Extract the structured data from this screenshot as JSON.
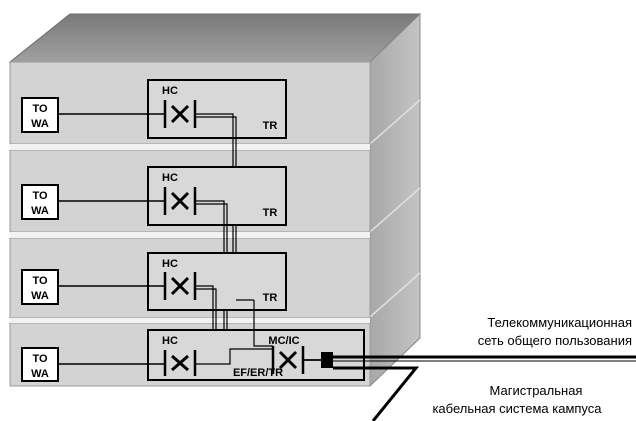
{
  "floors": [
    {
      "to_top": "TO",
      "to_bottom": "WA",
      "hc": "HC",
      "tr": "TR"
    },
    {
      "to_top": "TO",
      "to_bottom": "WA",
      "hc": "HC",
      "tr": "TR"
    },
    {
      "to_top": "TO",
      "to_bottom": "WA",
      "hc": "HC",
      "tr": "TR"
    },
    {
      "to_top": "TO",
      "to_bottom": "WA",
      "hc": "HC",
      "mc_ic": "MC/IC",
      "ef": "EF/ER/TR"
    }
  ],
  "public_network": {
    "line1": "Телекоммуникационная",
    "line2": "сеть общего пользования"
  },
  "campus_backbone": {
    "line1": "Магистральная",
    "line2": "кабельная система кампуса"
  },
  "colors": {
    "building_top": "#8c8c8c",
    "building_side": "#b4b4b4",
    "floor_face": "#d3d3d3",
    "box_fill": "#d8d8d8"
  }
}
